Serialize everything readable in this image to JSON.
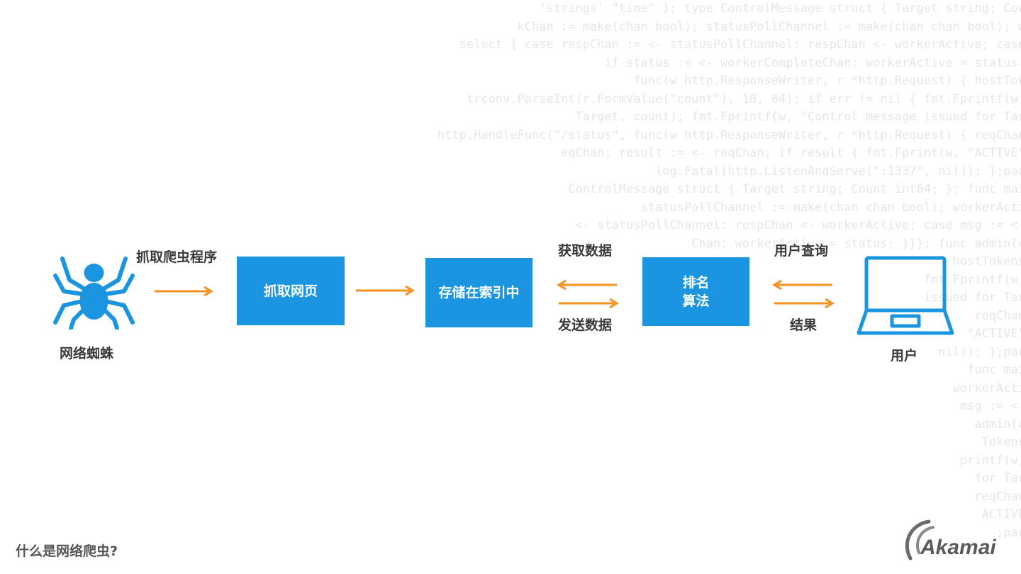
{
  "diagram": {
    "nodes": {
      "spider": {
        "label": "网络蜘蛛",
        "icon": "spider-icon"
      },
      "crawl_page": {
        "label": "抓取网页"
      },
      "store_index": {
        "label": "存储在索引中"
      },
      "ranking": {
        "line1": "排名",
        "line2": "算法"
      },
      "user": {
        "label": "用户",
        "icon": "laptop-icon"
      }
    },
    "edges": {
      "crawler_program": "抓取爬虫程序",
      "fetch_data": "获取数据",
      "send_data": "发送数据",
      "user_query": "用户查询",
      "result": "结果"
    }
  },
  "footer": {
    "title": "什么是网络爬虫?"
  },
  "logo": {
    "text": "Akamai"
  },
  "background_code": [
    "'strings' \"time\" ); type ControlMessage struct { Target string; Cou",
    "kChan := make(chan bool); statusPollChannel := make(chan chan bool); w",
    "select { case respChan := <- statusPollChannel: respChan <- workerActive; case",
    "if status := <- workerCompleteChan: workerActive = status;",
    "func(w http.ResponseWriter, r *http.Request) { hostTok",
    "trconv.ParseInt(r.FormValue(\"count\"), 10, 64); if err != nil { fmt.Fprintf(w,",
    "Target, count); fmt.Fprintf(w, \"Control message issued for Tar",
    "http.HandleFunc(\"/status\", func(w http.ResponseWriter, r *http.Request) { reqChan",
    "eqChan; result := <- reqChan; if result { fmt.Fprint(w, \"ACTIVE\"",
    "log.Fatal(http.ListenAndServe(\":1337\", nil)); };pac",
    "ControlMessage struct { Target string; Count int64; }; func mai",
    "statusPollChannel := make(chan chan bool); workerActi",
    "<- statusPollChannel: respChan <- workerActive; case msg := <-",
    "Chan: workerActive = status; }}}; func admin(c",
    "hostTokens",
    "fmt.Fprintf(w,",
    "issued for Tar",
    "reqChan",
    "\"ACTIVE\"",
    "nil)); };pac",
    "func mai",
    "workerActi",
    "msg := <-",
    "admin(c",
    "Tokens",
    "printf(w,",
    "for Tar",
    "reqChan",
    "ACTIVE",
    ";pac"
  ]
}
